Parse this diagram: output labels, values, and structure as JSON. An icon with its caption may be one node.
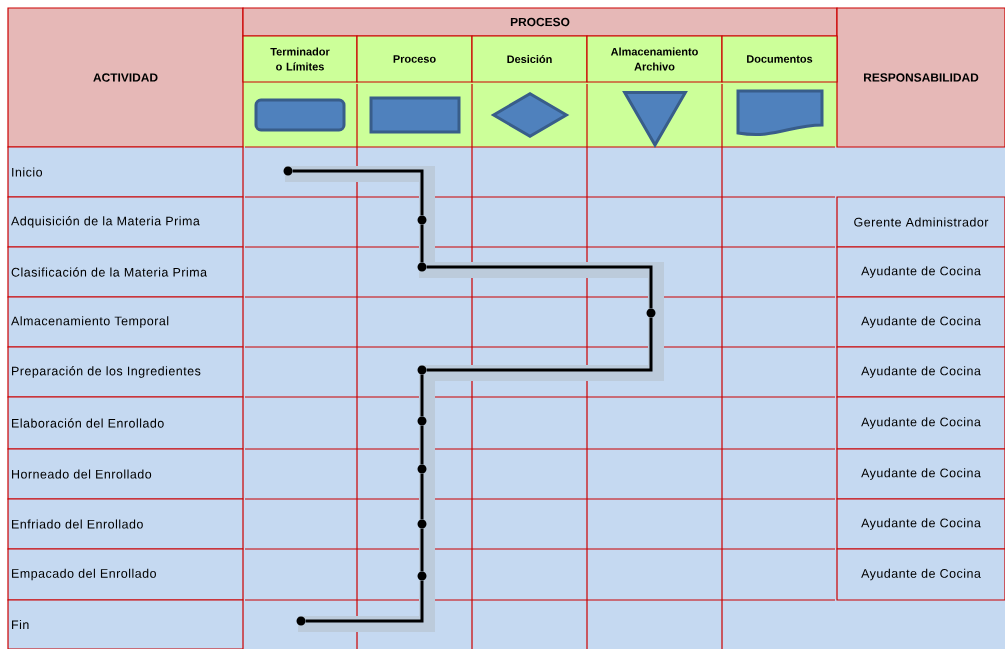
{
  "diagram": {
    "nodes": [
      {
        "text": [],
        "shape": "rounded-box"
      },
      {
        "text": [],
        "shape": "box"
      },
      {
        "text": [],
        "shape": "diamond"
      },
      {
        "text": [],
        "shape": "triangle"
      },
      {
        "text": [],
        "shape": "document"
      },
      {
        "text": [],
        "shape": "circle"
      },
      {
        "text": [],
        "shape": "circle"
      },
      {
        "text": [],
        "shape": "circle"
      },
      {
        "text": [],
        "shape": "circle"
      },
      {
        "text": [],
        "shape": "circle"
      },
      {
        "text": [],
        "shape": "circle"
      },
      {
        "text": [],
        "shape": "circle"
      },
      {
        "text": [],
        "shape": "circle"
      },
      {
        "text": [],
        "shape": "circle"
      },
      {
        "text": [],
        "shape": "circle"
      }
    ],
    "edges": [
      {
        "from": 5,
        "to": 6,
        "arrow": "none"
      },
      {
        "from": 6,
        "to": 7,
        "arrow": "none"
      },
      {
        "from": 7,
        "to": 8,
        "arrow": "none"
      },
      {
        "from": 8,
        "to": 9,
        "arrow": "none"
      },
      {
        "from": 9,
        "to": 10,
        "arrow": "none"
      },
      {
        "from": 10,
        "to": 11,
        "arrow": "none"
      },
      {
        "from": 11,
        "to": 12,
        "arrow": "none"
      },
      {
        "from": 12,
        "to": 13,
        "arrow": "none"
      },
      {
        "from": 13,
        "to": 14,
        "arrow": "none"
      }
    ],
    "labels": [
      "ACTIVIDAD",
      "PROCESO",
      "RESPONSABILIDAD",
      "Terminador o Límites",
      "Proceso",
      "Desición",
      "Almacenamiento Archivo",
      "Documentos",
      "Inicio",
      "Adquisición de la Materia Prima",
      "Gerente Administrador",
      "Clasificación de la Materia Prima",
      "Ayudante de Cocina",
      "Almacenamiento Temporal",
      "Ayudante de Cocina",
      "Preparación de los Ingredientes",
      "Ayudante de Cocina",
      "Elaboración del Enrollado",
      "Ayudante de Cocina",
      "Horneado del Enrollado",
      "Ayudante de Cocina",
      "Enfriado del Enrollado",
      "Ayudante de Cocina",
      "Empacado del Enrollado",
      "Ayudante de Cocina",
      "Fin"
    ]
  }
}
